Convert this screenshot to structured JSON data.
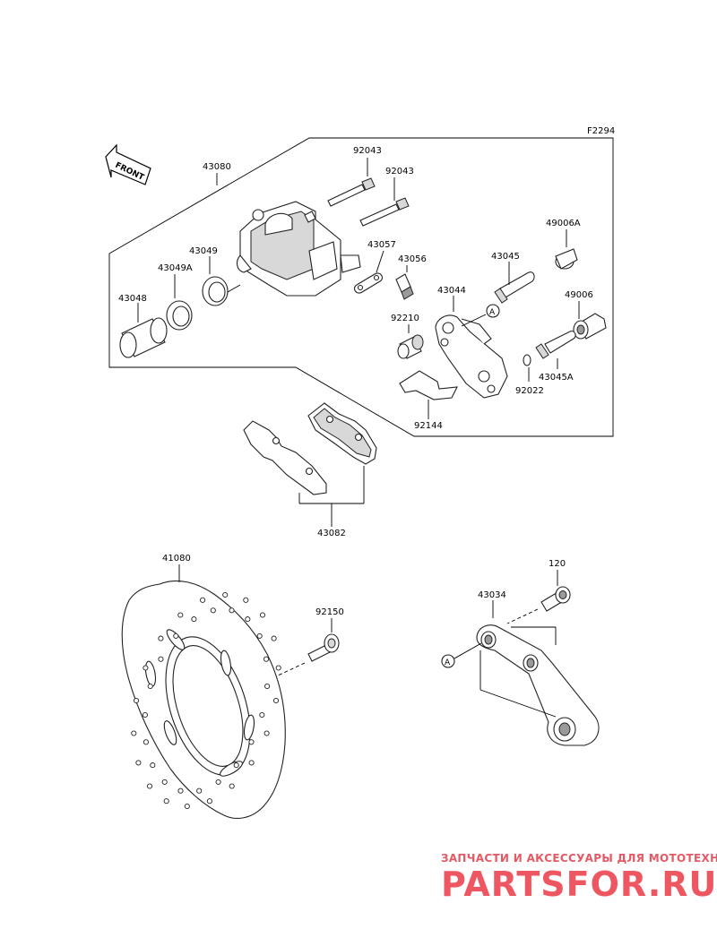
{
  "diagram": {
    "code": "F2294",
    "front_label": "FRONT",
    "ref_marker": "A",
    "parts": {
      "p43080": "43080",
      "p92043a": "92043",
      "p92043b": "92043",
      "p43057": "43057",
      "p43056": "43056",
      "p43045": "43045",
      "p49006a": "49006A",
      "p43049": "43049",
      "p43049a": "43049A",
      "p43048": "43048",
      "p43044": "43044",
      "p92210": "92210",
      "p49006": "49006",
      "p43045a": "43045A",
      "p92022": "92022",
      "p92144": "92144",
      "p43082": "43082",
      "p41080": "41080",
      "p92150": "92150",
      "p120": "120",
      "p43034": "43034"
    }
  },
  "watermark": {
    "caption": "ЗАПЧАСТИ И АКСЕССУАРЫ ДЛЯ МОТОТЕХНИКИ",
    "brand": "PARTSFOR.RU",
    "color": "#ee5761"
  }
}
